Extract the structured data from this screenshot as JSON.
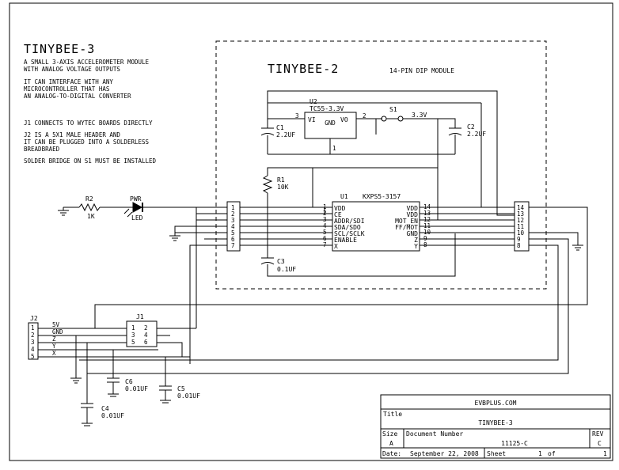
{
  "title_main": "TINYBEE-3",
  "notes": [
    "A SMALL 3-AXIS ACCELEROMETER MODULE",
    "WITH ANALOG VOLTAGE OUTPUTS",
    "IT CAN INTERFACE WITH ANY",
    "MICROCONTROLLER THAT HAS",
    "AN ANALOG-TO-DIGITAL CONVERTER",
    "J1 CONNECTS TO WYTEC BOARDS DIRECTLY",
    "J2 IS A 5X1 MALE HEADER AND",
    "IT CAN BE PLUGGED INTO A SOLDERLESS",
    "BREADBRAED",
    "SOLDER BRIDGE ON S1 MUST BE INSTALLED"
  ],
  "module": {
    "title": "TINYBEE-2",
    "subtitle": "14-PIN DIP MODULE"
  },
  "components": {
    "u2_ref": "U2",
    "u2_part": "TC55-3.3V",
    "u2_vi": "VI",
    "u2_vo": "VO",
    "u2_gnd": "GND",
    "u2_pin1": "1",
    "u2_pin2": "2",
    "u2_pin3": "3",
    "s1": "S1",
    "v33": "3.3V",
    "c1_ref": "C1",
    "c1_val": "2.2UF",
    "c2_ref": "C2",
    "c2_val": "2.2UF",
    "r1_ref": "R1",
    "r1_val": "10K",
    "c3_ref": "C3",
    "c3_val": "0.1UF",
    "u1_ref": "U1",
    "u1_part": "KXPS5-3157",
    "r2_ref": "R2",
    "r2_val": "1K",
    "led_ref": "PWR",
    "led_label": "LED",
    "c4_ref": "C4",
    "c4_val": "0.01UF",
    "c5_ref": "C5",
    "c5_val": "0.01UF",
    "c6_ref": "C6",
    "c6_val": "0.01UF",
    "j1_ref": "J1",
    "j2_ref": "J2"
  },
  "u1_left_pins": [
    {
      "num": "1",
      "name": "VDD"
    },
    {
      "num": "2",
      "name": "CE"
    },
    {
      "num": "3",
      "name": "ADDR/SDI"
    },
    {
      "num": "4",
      "name": "SDA/SDO"
    },
    {
      "num": "5",
      "name": "SCL/SCLK"
    },
    {
      "num": "6",
      "name": "ENABLE"
    },
    {
      "num": "7",
      "name": "X"
    }
  ],
  "u1_right_pins": [
    {
      "num": "14",
      "name": "VDD"
    },
    {
      "num": "13",
      "name": "VDD"
    },
    {
      "num": "12",
      "name": "MOT_EN"
    },
    {
      "num": "11",
      "name": "FF/MOT"
    },
    {
      "num": "10",
      "name": "GND"
    },
    {
      "num": "9",
      "name": "Z"
    },
    {
      "num": "8",
      "name": "Y"
    }
  ],
  "dip_left_pins": [
    "1",
    "2",
    "3",
    "4",
    "5",
    "6",
    "7"
  ],
  "dip_right_pins": [
    "14",
    "13",
    "12",
    "11",
    "10",
    "9",
    "8"
  ],
  "j2_pins": [
    "1",
    "2",
    "3",
    "4",
    "5"
  ],
  "j2_signals": [
    "5V",
    "GND",
    "Z",
    "Y",
    "X"
  ],
  "j1_pins": [
    "1",
    "2",
    "3",
    "4",
    "5",
    "6"
  ],
  "title_block": {
    "company": "EVBPLUS.COM",
    "title_label": "Title",
    "title_value": "TINYBEE-3",
    "size_label": "Size",
    "size_value": "A",
    "docnum_label": "Document Number",
    "docnum_value": "11125-C",
    "rev_label": "REV",
    "rev_value": "C",
    "date_label": "Date:",
    "date_value": "September 22, 2008",
    "sheet_label": "Sheet",
    "sheet_value": "1",
    "of_label": "of",
    "of_value": "1"
  }
}
